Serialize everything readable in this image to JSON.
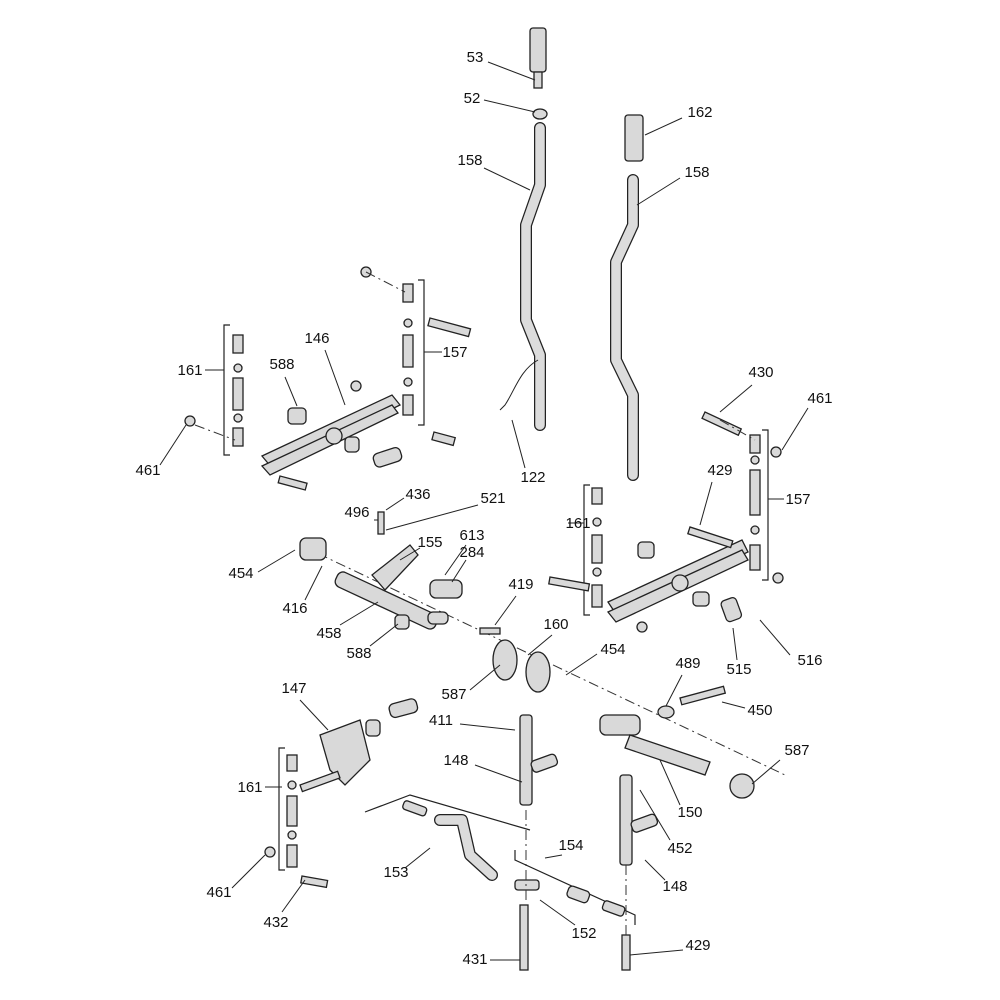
{
  "diagram": {
    "type": "exploded parts diagram",
    "callouts": [
      "53",
      "52",
      "158",
      "162",
      "158",
      "146",
      "161",
      "588",
      "157",
      "430",
      "461",
      "122",
      "461",
      "429",
      "157",
      "436",
      "521",
      "496",
      "161",
      "613",
      "155",
      "284",
      "454",
      "416",
      "419",
      "458",
      "160",
      "588",
      "454",
      "515",
      "516",
      "587",
      "489",
      "147",
      "450",
      "411",
      "587",
      "148",
      "161",
      "150",
      "154",
      "452",
      "153",
      "148",
      "461",
      "432",
      "152",
      "431",
      "429"
    ]
  }
}
